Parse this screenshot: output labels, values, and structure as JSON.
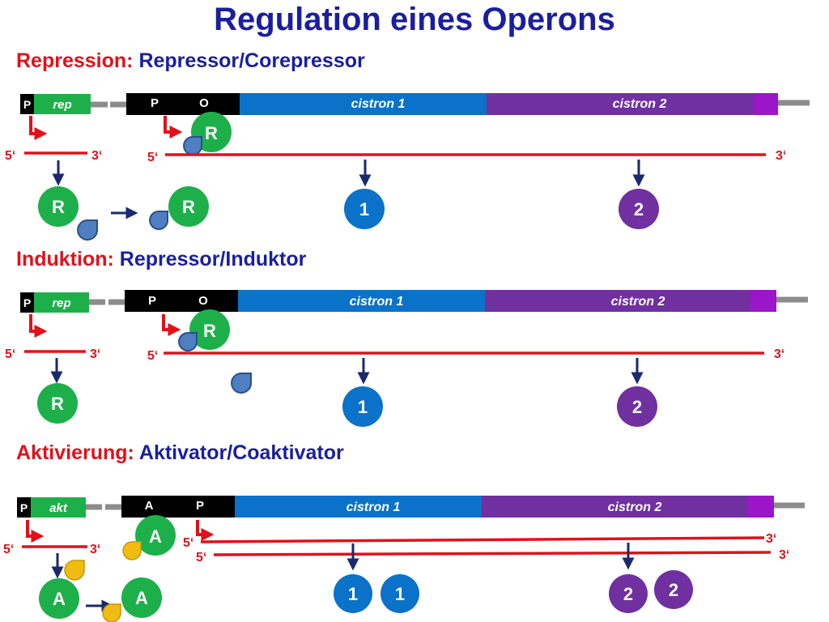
{
  "title": "Regulation eines Operons",
  "colors": {
    "red": "#e3101a",
    "navy": "#1a1f9e",
    "green": "#1db04a",
    "blue": "#0a72c8",
    "purple": "#7030a0",
    "magenta": "#9a16c8",
    "black": "#000000",
    "gray": "#8c8c8c",
    "ligand_blue": "#4f7fc0",
    "ligand_yellow": "#f0bc10"
  },
  "sections": [
    {
      "heading_red": "Repression:",
      "heading_blue": "Repressor/Corepressor",
      "regulator": {
        "promoter": "P",
        "gene": "rep",
        "protein": "R"
      },
      "operon": {
        "elements": [
          "P",
          "O"
        ],
        "cistrons": [
          "cistron 1",
          "cistron 2"
        ]
      },
      "mrna_labels": {
        "five": "5‘",
        "three": "3‘"
      },
      "products": [
        "1",
        "2"
      ],
      "bound_protein": "R",
      "ligand": "corepressor"
    },
    {
      "heading_red": "Induktion:",
      "heading_blue": "Repressor/Induktor",
      "regulator": {
        "promoter": "P",
        "gene": "rep",
        "protein": "R"
      },
      "operon": {
        "elements": [
          "P",
          "O"
        ],
        "cistrons": [
          "cistron 1",
          "cistron 2"
        ]
      },
      "mrna_labels": {
        "five": "5‘",
        "three": "3‘"
      },
      "products": [
        "1",
        "2"
      ],
      "bound_protein": "R",
      "ligand": "inducer"
    },
    {
      "heading_red": "Aktivierung:",
      "heading_blue": "Aktivator/Coaktivator",
      "regulator": {
        "promoter": "P",
        "gene": "akt",
        "protein": "A"
      },
      "operon": {
        "elements": [
          "A",
          "P"
        ],
        "cistrons": [
          "cistron 1",
          "cistron 2"
        ]
      },
      "mrna_labels": {
        "five": "5‘",
        "three": "3‘"
      },
      "products": [
        "1",
        "1",
        "2",
        "2"
      ],
      "bound_protein": "A",
      "ligand": "coactivator"
    }
  ]
}
